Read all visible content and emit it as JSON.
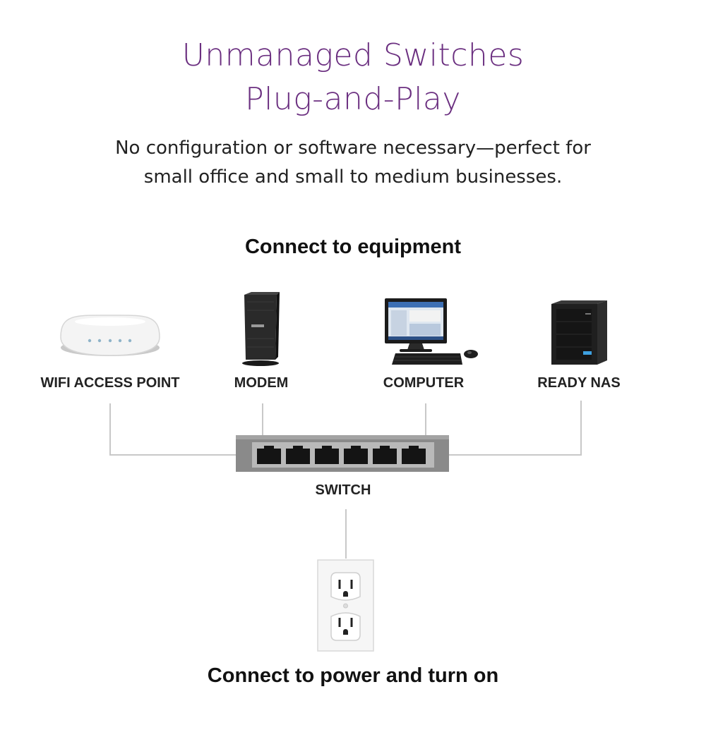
{
  "header": {
    "title_line1": "Unmanaged Switches",
    "title_line2": "Plug-and-Play",
    "subtitle_line1": "No configuration or software necessary—perfect for",
    "subtitle_line2": "small office and small to medium businesses."
  },
  "equipment_heading": "Connect to equipment",
  "devices": [
    {
      "label": "WIFI ACCESS POINT",
      "icon": "wifi-access-point-icon"
    },
    {
      "label": "MODEM",
      "icon": "modem-icon"
    },
    {
      "label": "COMPUTER",
      "icon": "computer-icon"
    },
    {
      "label": "READY NAS",
      "icon": "nas-icon"
    }
  ],
  "switch": {
    "label": "SWITCH",
    "icon": "network-switch-icon",
    "ports": 6
  },
  "outlet": {
    "icon": "power-outlet-icon"
  },
  "power_heading": "Connect to power and turn on",
  "colors": {
    "title": "#6b2f80",
    "connector_line": "#c8c8c8",
    "switch_body": "#8a8a8a"
  }
}
